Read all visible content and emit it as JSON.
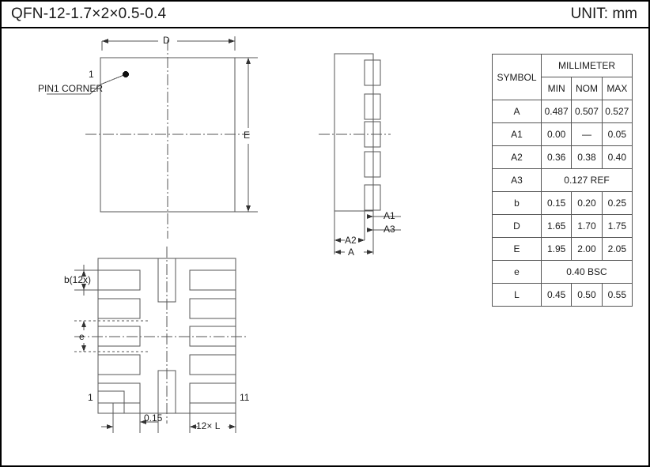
{
  "header": {
    "title": "QFN-12-1.7×2×0.5-0.4",
    "unit": "UNIT: mm"
  },
  "table": {
    "symbol_header": "SYMBOL",
    "unit_header": "MILLIMETER",
    "columns": [
      "MIN",
      "NOM",
      "MAX"
    ],
    "rows": [
      {
        "symbol": "A",
        "min": "0.487",
        "nom": "0.507",
        "max": "0.527",
        "span": null
      },
      {
        "symbol": "A1",
        "min": "0.00",
        "nom": "—",
        "max": "0.05",
        "span": null
      },
      {
        "symbol": "A2",
        "min": "0.36",
        "nom": "0.38",
        "max": "0.40",
        "span": null
      },
      {
        "symbol": "A3",
        "min": "",
        "nom": "",
        "max": "",
        "span": "0.127 REF"
      },
      {
        "symbol": "b",
        "min": "0.15",
        "nom": "0.20",
        "max": "0.25",
        "span": null
      },
      {
        "symbol": "D",
        "min": "1.65",
        "nom": "1.70",
        "max": "1.75",
        "span": null
      },
      {
        "symbol": "E",
        "min": "1.95",
        "nom": "2.00",
        "max": "2.05",
        "span": null
      },
      {
        "symbol": "e",
        "min": "",
        "nom": "",
        "max": "",
        "span": "0.40 BSC"
      },
      {
        "symbol": "L",
        "min": "0.45",
        "nom": "0.50",
        "max": "0.55",
        "span": null
      }
    ]
  },
  "top_view": {
    "dim_d": "D",
    "dim_e": "E",
    "pin1_number": "1",
    "pin1_label": "PIN1 CORNER"
  },
  "side_view": {
    "dim_a": "A",
    "dim_a1": "A1",
    "dim_a2": "A2",
    "dim_a3": "A3"
  },
  "bottom_view": {
    "lead_width": "b(12x)",
    "pitch": "e",
    "pin_first": "1",
    "pin_last": "11",
    "corner_offset": "0.15",
    "lead_length": "12× L"
  },
  "chart_data": {
    "type": "table",
    "title": "QFN-12-1.7×2×0.5-0.4",
    "units": "mm",
    "categories": [
      "A",
      "A1",
      "A2",
      "A3",
      "b",
      "D",
      "E",
      "e",
      "L"
    ],
    "series": [
      {
        "name": "MIN",
        "values": [
          "0.487",
          "0.00",
          "0.36",
          "0.127 REF",
          "0.15",
          "1.65",
          "1.95",
          "0.40 BSC",
          "0.45"
        ]
      },
      {
        "name": "NOM",
        "values": [
          "0.507",
          "—",
          "0.38",
          "0.127 REF",
          "0.20",
          "1.70",
          "2.00",
          "0.40 BSC",
          "0.50"
        ]
      },
      {
        "name": "MAX",
        "values": [
          "0.527",
          "0.05",
          "0.40",
          "0.127 REF",
          "0.25",
          "1.75",
          "2.05",
          "0.40 BSC",
          "0.55"
        ]
      }
    ]
  }
}
